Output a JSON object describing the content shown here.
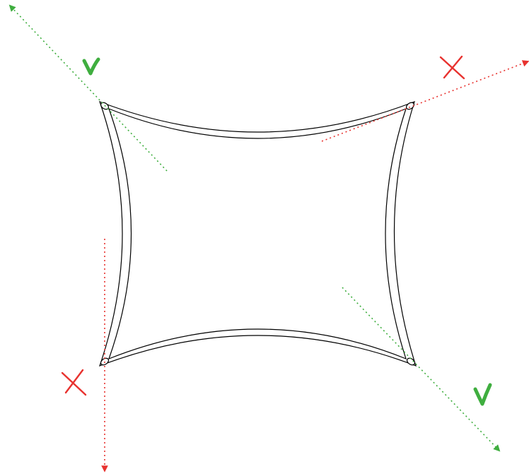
{
  "diagram": {
    "background_color": "#ffffff",
    "sail": {
      "shape": "concave-quadrilateral",
      "edge_style": "double-outline",
      "stroke_color": "#000000",
      "corner_rings": [
        "top-left",
        "top-right",
        "bottom-left",
        "bottom-right"
      ]
    },
    "tension_lines": [
      {
        "corner": "top-left",
        "direction": "diagonal",
        "verdict": "correct",
        "marker_icon": "checkmark-icon",
        "color": "#3fae3f"
      },
      {
        "corner": "top-right",
        "direction": "along-edge",
        "verdict": "incorrect",
        "marker_icon": "cross-icon",
        "color": "#e8322f"
      },
      {
        "corner": "bottom-left",
        "direction": "vertical",
        "verdict": "incorrect",
        "marker_icon": "cross-icon",
        "color": "#e8322f"
      },
      {
        "corner": "bottom-right",
        "direction": "diagonal",
        "verdict": "correct",
        "marker_icon": "checkmark-icon",
        "color": "#3fae3f"
      }
    ]
  }
}
